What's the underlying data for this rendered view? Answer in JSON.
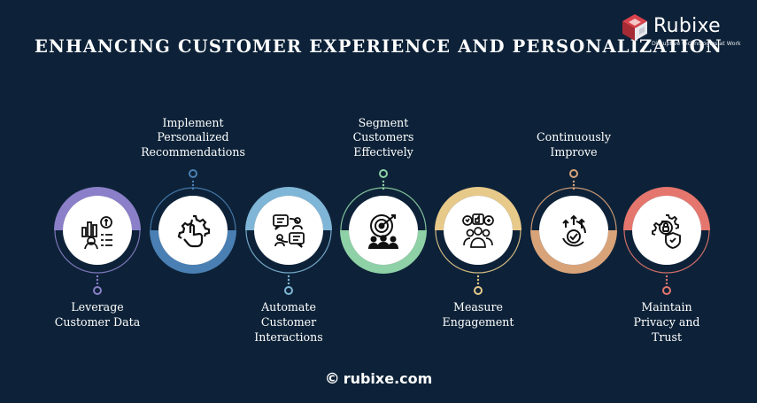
{
  "title": "ENHANCING CUSTOMER EXPERIENCE AND PERSONALIZATION",
  "logo": {
    "name": "Rubixe",
    "tagline": "Disruptive technologies at Work"
  },
  "footer": {
    "copyright_symbol": "©",
    "site": "rubixe.com"
  },
  "steps": [
    {
      "label": "Leverage Customer Data",
      "lines": [
        "Leverage",
        "Customer Data"
      ],
      "position": "bottom",
      "color": "#8a7fc8",
      "icon": "data-analytics-icon"
    },
    {
      "label": "Implement Personalized Recommendations",
      "lines": [
        "Implement",
        "Personalized",
        "Recommendations"
      ],
      "position": "top",
      "color": "#4a7fb3",
      "icon": "gear-hand-icon"
    },
    {
      "label": "Automate Customer Interactions",
      "lines": [
        "Automate",
        "Customer",
        "Interactions"
      ],
      "position": "bottom",
      "color": "#7fb5d6",
      "icon": "chat-cycle-icon"
    },
    {
      "label": "Segment Customers Effectively",
      "lines": [
        "Segment",
        "Customers",
        "Effectively"
      ],
      "position": "top",
      "color": "#8ed1a6",
      "icon": "target-audience-icon"
    },
    {
      "label": "Measure Engagement",
      "lines": [
        "Measure",
        "Engagement"
      ],
      "position": "bottom",
      "color": "#e7c98a",
      "icon": "engagement-icon"
    },
    {
      "label": "Continuously Improve",
      "lines": [
        "Continuously",
        "Improve"
      ],
      "position": "top",
      "color": "#d9a37a",
      "icon": "improve-gear-icon"
    },
    {
      "label": "Maintain Privacy and Trust",
      "lines": [
        "Maintain",
        "Privacy and",
        "Trust"
      ],
      "position": "bottom",
      "color": "#e5766e",
      "icon": "privacy-shield-icon"
    }
  ]
}
